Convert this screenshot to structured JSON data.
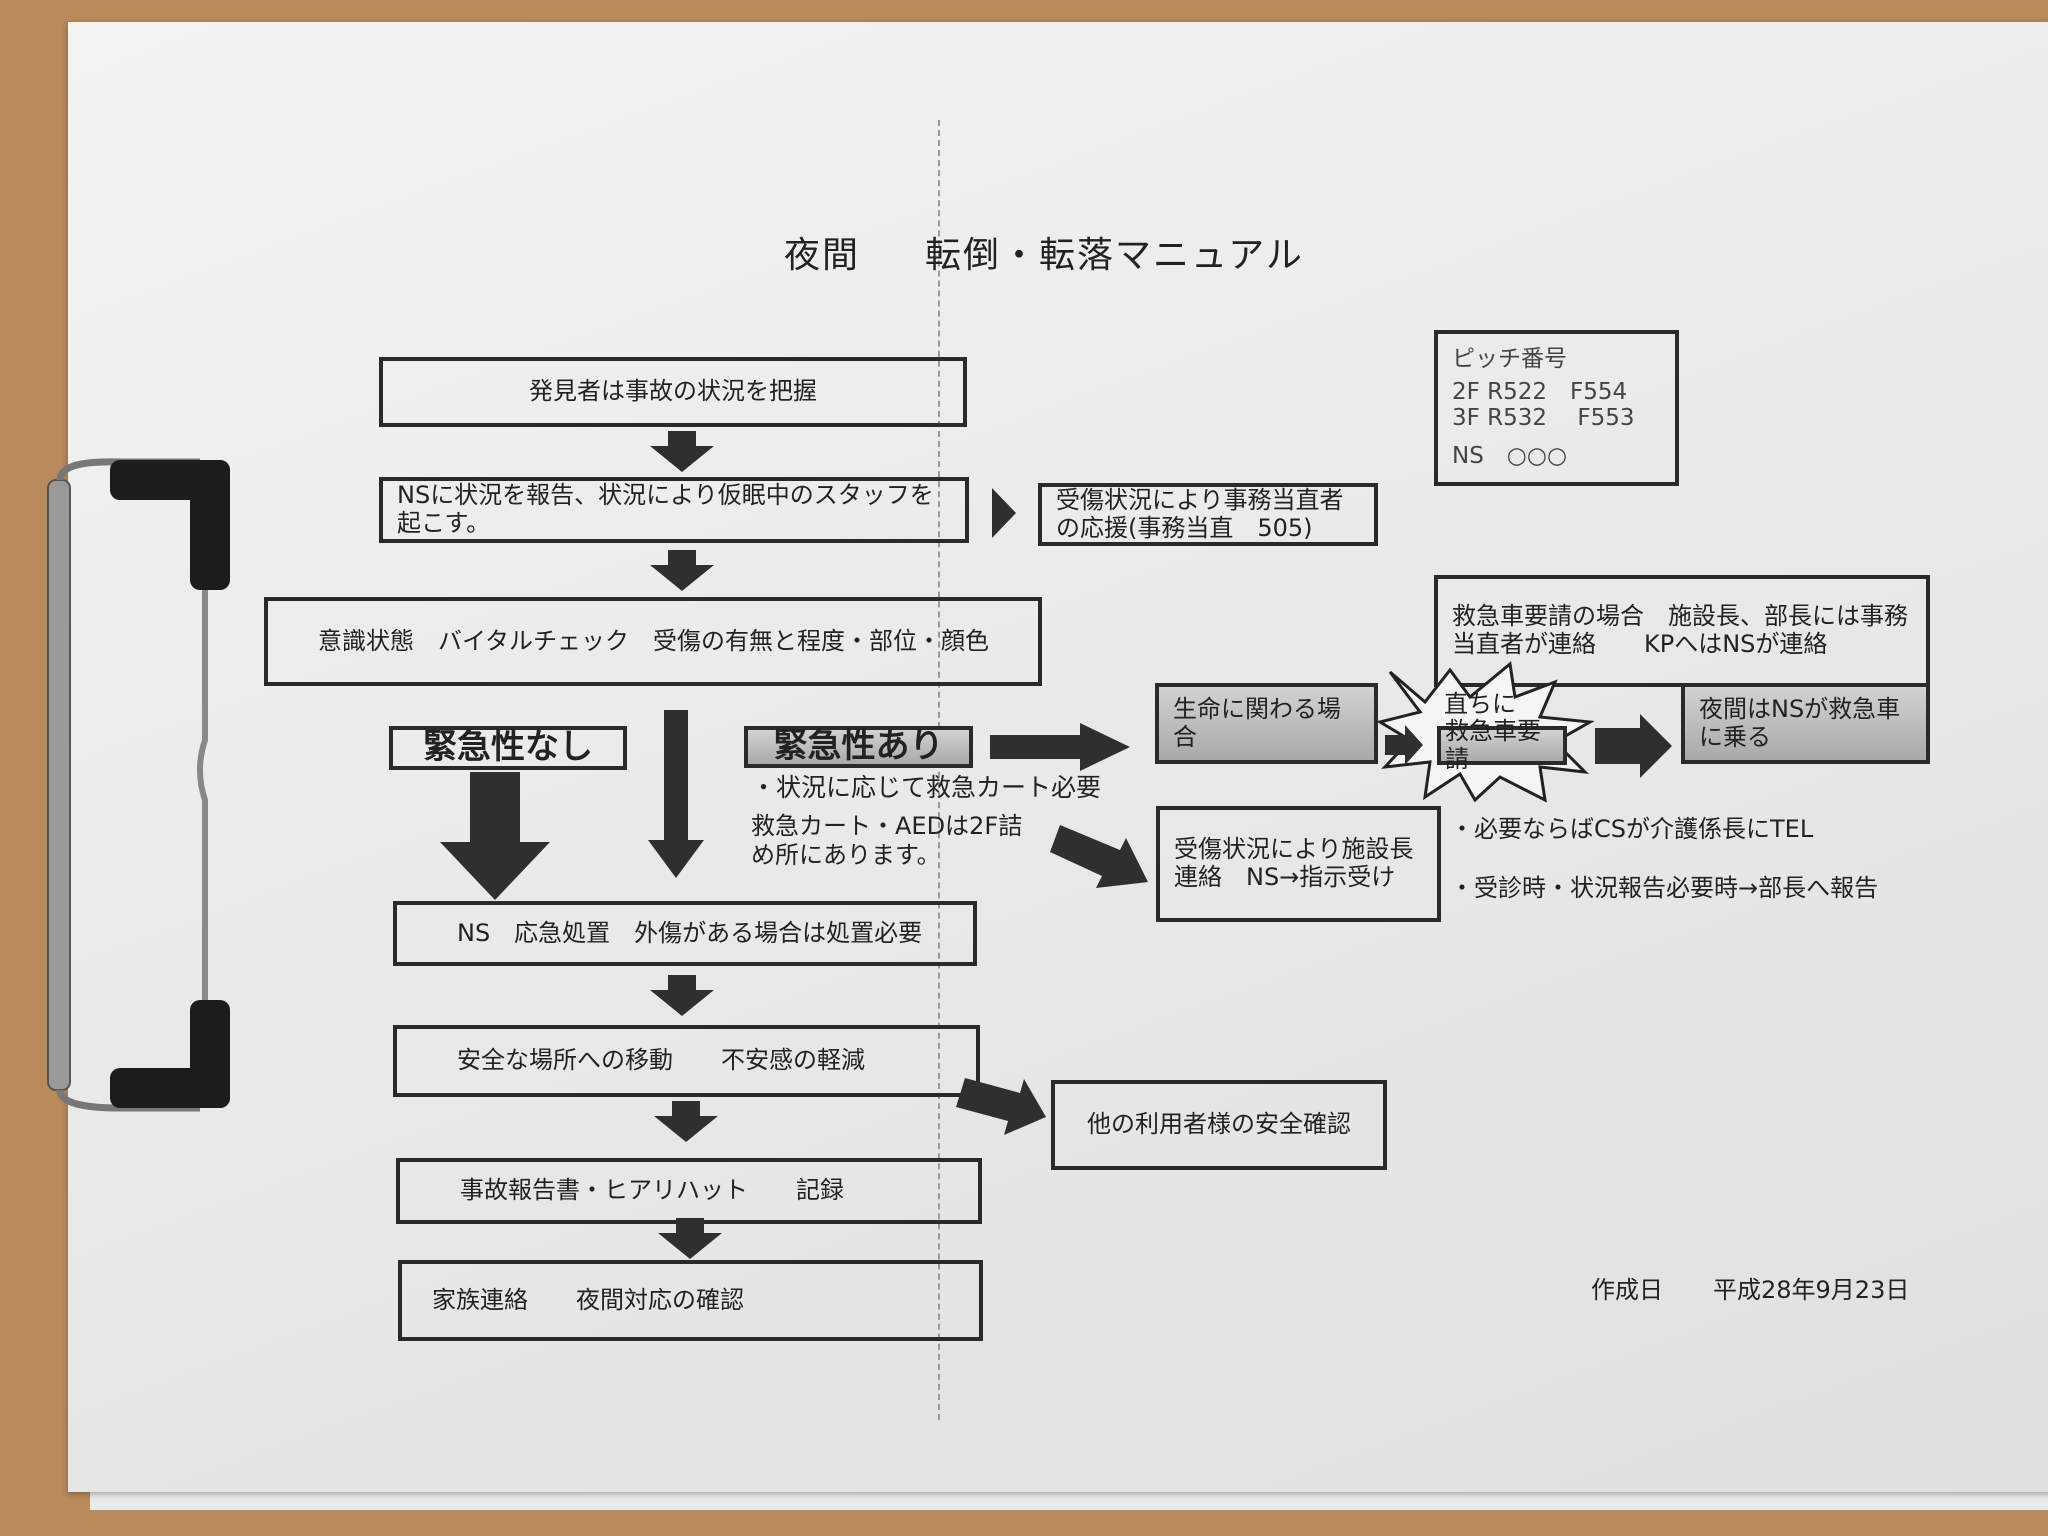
{
  "title": {
    "left": "夜間",
    "right": "転倒・転落マニュアル"
  },
  "steps": {
    "s1": "発見者は事故の状況を把握",
    "s2": "NSに状況を報告、状況により仮眠中のスタッフを起こす。",
    "s2_side": "受傷状況により事務当直者の応援(事務当直　505)",
    "s3": "意識状態　バイタルチェック　受傷の有無と程度・部位・顔色",
    "no_urgency": "緊急性なし",
    "urgency": "緊急性あり",
    "urgency_note1": "・状況に応じて救急カート必要",
    "urgency_note2": "救急カート・AEDは2F詰\nめ所にあります。",
    "life": "生命に関わる場合",
    "burst_top": "直ちに",
    "burst_box": "救急車要請",
    "ambulance_info": "救急車要請の場合　施設長、部長には事務当直者が連絡　　KPへはNSが連絡",
    "night_ride": "夜間はNSが救急車に乗る",
    "injury_contact": "受傷状況により施設長連絡　NS→指示受け",
    "note_cs": "・必要ならばCSが介護係長にTEL",
    "note_report": "・受診時・状況報告必要時→部長へ報告",
    "s4": "NS　応急処置　外傷がある場合は処置必要",
    "s5": "安全な場所への移動　　不安感の軽減",
    "s5_side": "他の利用者様の安全確認",
    "s6": "事故報告書・ヒアリハット　　記録",
    "s7": "家族連絡　　夜間対応の確認"
  },
  "pitch": {
    "heading": "ピッチ番号",
    "row1": "2F R522　F554",
    "row2": "3F R532　 F553",
    "ns": "NS　○○○"
  },
  "footer": {
    "label": "作成日",
    "date": "平成28年9月23日"
  }
}
